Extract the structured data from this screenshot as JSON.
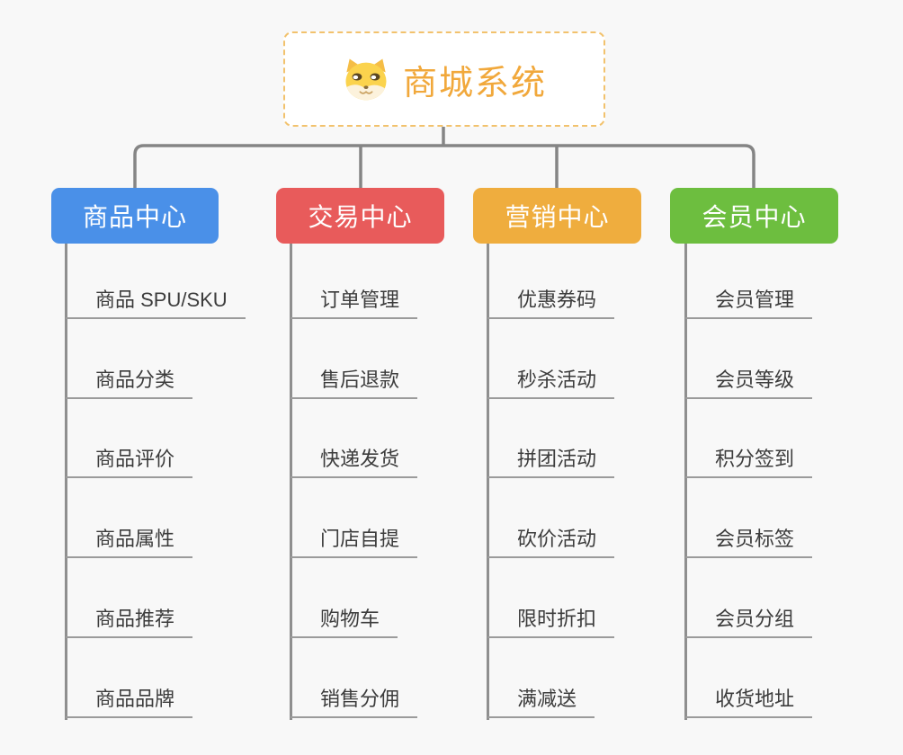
{
  "root": {
    "label": "商城系统",
    "icon": "dog-face-icon",
    "text_color": "#f1a83b",
    "border_color": "#f2c26d"
  },
  "branches": [
    {
      "label": "商品中心",
      "color": "#4a90e8",
      "items": [
        "商品 SPU/SKU",
        "商品分类",
        "商品评价",
        "商品属性",
        "商品推荐",
        "商品品牌"
      ]
    },
    {
      "label": "交易中心",
      "color": "#e85b5b",
      "items": [
        "订单管理",
        "售后退款",
        "快递发货",
        "门店自提",
        "购物车",
        "销售分佣"
      ]
    },
    {
      "label": "营销中心",
      "color": "#efad3e",
      "items": [
        "优惠券码",
        "秒杀活动",
        "拼团活动",
        "砍价活动",
        "限时折扣",
        "满减送"
      ]
    },
    {
      "label": "会员中心",
      "color": "#6dbe3f",
      "items": [
        "会员管理",
        "会员等级",
        "积分签到",
        "会员标签",
        "会员分组",
        "收货地址"
      ]
    }
  ],
  "connector_color": "#858585",
  "background_color": "#f8f8f8"
}
